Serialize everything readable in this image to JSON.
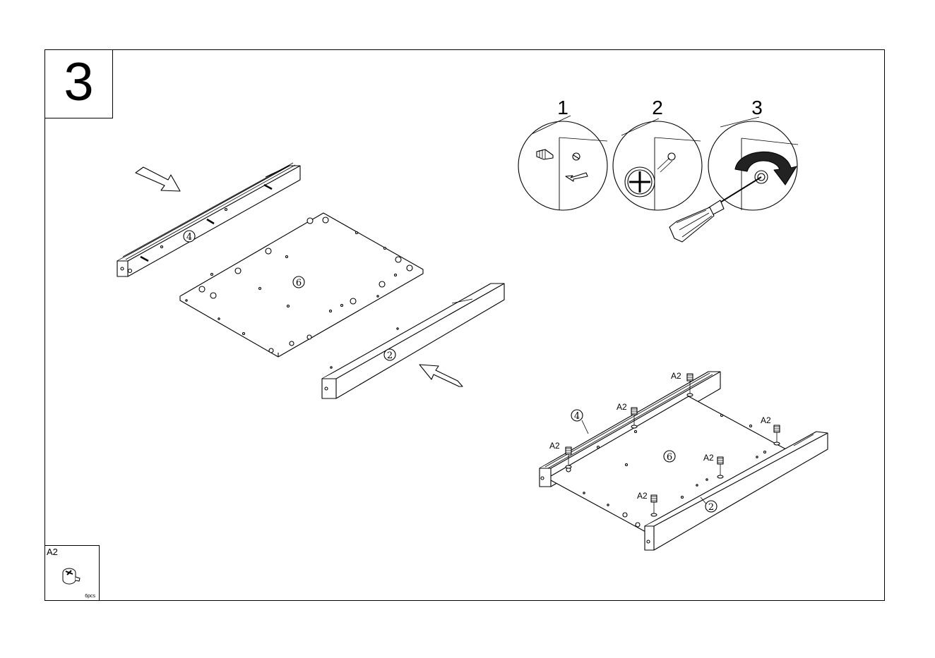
{
  "step": "3",
  "detail_steps": [
    "1",
    "2",
    "3"
  ],
  "parts": {
    "panel": "6",
    "rail_back": "4",
    "rail_front": "2"
  },
  "fitting_label": "A2",
  "parts_box": {
    "code": "A2",
    "quantity": "6pcs",
    "icon": "cam-lock-nut-icon"
  }
}
